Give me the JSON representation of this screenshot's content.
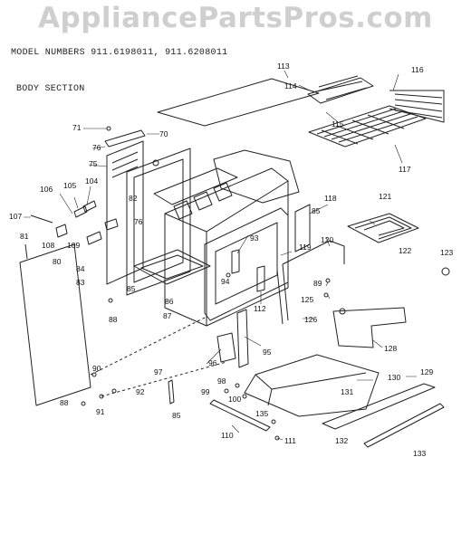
{
  "watermark": "AppliancePartsPros.com",
  "header": {
    "title": "MODEL NUMBERS 911.6198011, 911.6208011",
    "section": "BODY SECTION"
  },
  "callouts": [
    "71",
    "70",
    "76",
    "75",
    "104",
    "105",
    "106",
    "107",
    "81",
    "108",
    "109",
    "80",
    "84",
    "83",
    "82",
    "76",
    "88",
    "86",
    "85",
    "87",
    "113",
    "114",
    "115",
    "116",
    "117",
    "118",
    "85",
    "121",
    "119",
    "120",
    "122",
    "123",
    "93",
    "94",
    "112",
    "89",
    "125",
    "126",
    "95",
    "128",
    "96",
    "90",
    "88",
    "91",
    "92",
    "97",
    "85",
    "98",
    "99",
    "100",
    "131",
    "130",
    "129",
    "135",
    "110",
    "111",
    "132",
    "133"
  ]
}
